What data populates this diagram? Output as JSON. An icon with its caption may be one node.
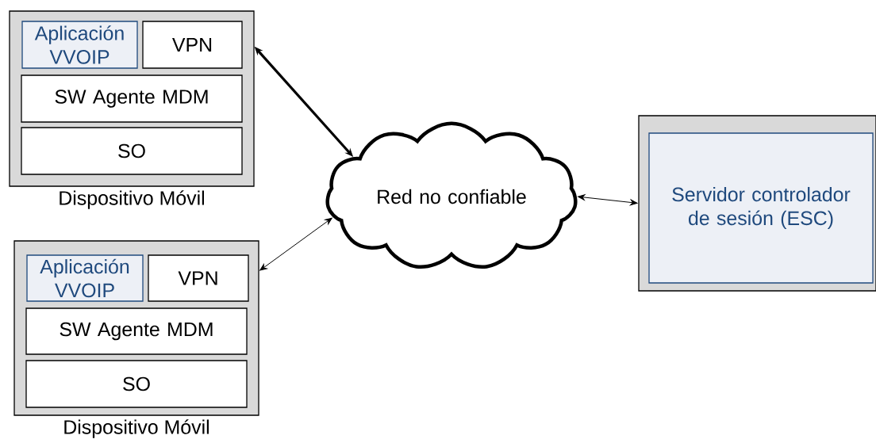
{
  "diagram": {
    "nodes": [
      {
        "text": [
          "Dispositivo Móvil"
        ]
      },
      {
        "text": [
          "Aplicación VVOIP"
        ],
        "in": 0
      },
      {
        "text": [
          "VPN"
        ],
        "in": 0
      },
      {
        "text": [
          "SW Agente MDM"
        ],
        "in": 0
      },
      {
        "text": [
          "SO"
        ],
        "in": 0
      },
      {
        "text": [
          "Dispositivo Móvil"
        ]
      },
      {
        "text": [
          "Aplicación VVOIP"
        ],
        "in": 5
      },
      {
        "text": [
          "VPN"
        ],
        "in": 5
      },
      {
        "text": [
          "SW Agente MDM"
        ],
        "in": 5
      },
      {
        "text": [
          "SO"
        ],
        "in": 5
      },
      {
        "text": [
          "Red no confiable"
        ]
      },
      {
        "text": [],
        "shape": "box"
      },
      {
        "text": [
          "Servidor controlador de sesión (ESC)"
        ],
        "in": 11
      }
    ],
    "edges": [
      {
        "from": 0,
        "to": 10,
        "arrow": "both",
        "style": "thick"
      },
      {
        "from": 5,
        "to": 10,
        "arrow": "both"
      },
      {
        "from": 10,
        "to": 11,
        "arrow": "both"
      }
    ]
  }
}
